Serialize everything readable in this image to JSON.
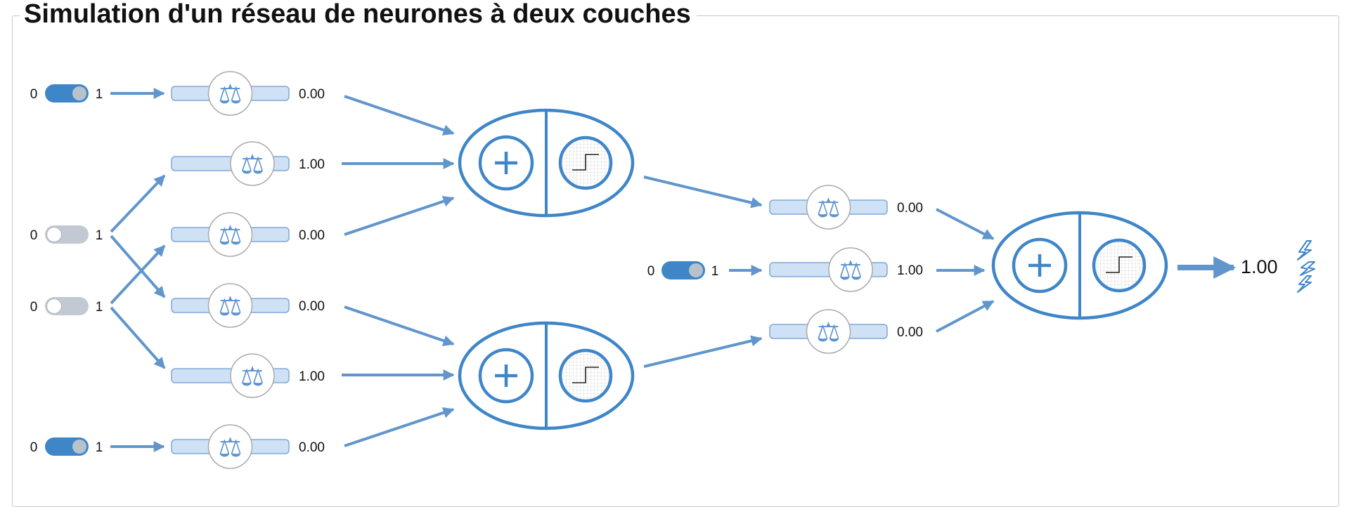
{
  "title": "Simulation d'un réseau de neurones à deux couches",
  "toggle_min_label": "0",
  "toggle_max_label": "1",
  "colors": {
    "accent": "#3f86c8",
    "arrow": "#6196cc",
    "slider_track": "#cfe1f4",
    "slider_border": "#7fa9d8",
    "toggle_off": "#c2c9d3",
    "knob": "#b7c2cd"
  },
  "inputs": {
    "x1_on": true,
    "x2_on": false,
    "x3_on": false,
    "x4_on": true
  },
  "bias_toggle_on": true,
  "hidden_neuron_1": {
    "weights": [
      {
        "value": "0.00",
        "level": 0.5
      },
      {
        "value": "1.00",
        "level": 0.8
      },
      {
        "value": "0.00",
        "level": 0.5
      }
    ]
  },
  "hidden_neuron_2": {
    "weights": [
      {
        "value": "0.00",
        "level": 0.5
      },
      {
        "value": "1.00",
        "level": 0.8
      },
      {
        "value": "0.00",
        "level": 0.5
      }
    ]
  },
  "output_neuron": {
    "weights": [
      {
        "value": "0.00",
        "level": 0.5
      },
      {
        "value": "1.00",
        "level": 0.8
      },
      {
        "value": "0.00",
        "level": 0.5
      }
    ]
  },
  "output_value": "1.00",
  "icons": {
    "weight": "balance-scale-icon",
    "sum": "sum-plus-icon",
    "activation": "step-function-icon",
    "output": "lightning-icon"
  }
}
